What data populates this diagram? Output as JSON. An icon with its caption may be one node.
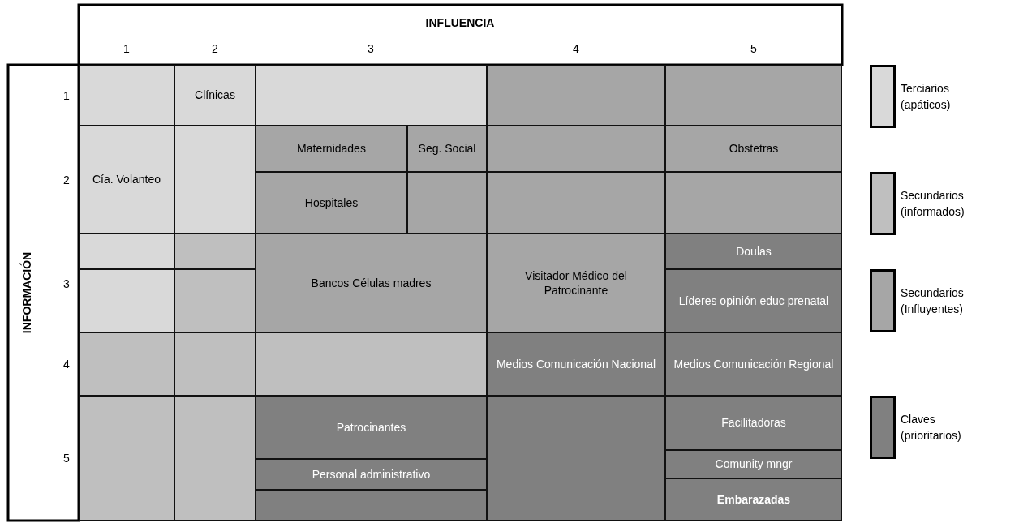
{
  "diagram": {
    "nodes": [
      {
        "text": [],
        "shape": "box"
      },
      {
        "text": [
          "Clínicas"
        ]
      },
      {
        "text": [],
        "shape": "box"
      },
      {
        "text": [],
        "shape": "box"
      },
      {
        "text": [],
        "shape": "box"
      },
      {
        "text": [
          "Cía. Volanteo"
        ]
      },
      {
        "text": [],
        "shape": "box"
      },
      {
        "text": [
          "Maternidades"
        ]
      },
      {
        "text": [
          "Seg. Social"
        ]
      },
      {
        "text": [],
        "shape": "box"
      },
      {
        "text": [
          "Obstetras"
        ]
      },
      {
        "text": [
          "Hospitales"
        ]
      },
      {
        "text": [],
        "shape": "box"
      },
      {
        "text": [],
        "shape": "box"
      },
      {
        "text": [],
        "shape": "box"
      },
      {
        "text": [],
        "shape": "box"
      },
      {
        "text": [],
        "shape": "box"
      },
      {
        "text": [
          "Bancos Células madres"
        ]
      },
      {
        "text": [
          "Visitador Médico del Patrocinante"
        ]
      },
      {
        "text": [
          "Doulas"
        ]
      },
      {
        "text": [],
        "shape": "box"
      },
      {
        "text": [],
        "shape": "box"
      },
      {
        "text": [
          "Líderes opinión educ prenatal"
        ]
      },
      {
        "text": [],
        "shape": "box"
      },
      {
        "text": [],
        "shape": "box"
      },
      {
        "text": [],
        "shape": "box"
      },
      {
        "text": [
          "Medios Comunicación Nacional"
        ]
      },
      {
        "text": [
          "Medios Comunicación Regional"
        ]
      },
      {
        "text": [],
        "shape": "box"
      },
      {
        "text": [],
        "shape": "box"
      },
      {
        "text": [
          "Patrocinantes"
        ]
      },
      {
        "text": [],
        "shape": "box"
      },
      {
        "text": [
          "Facilitadoras"
        ]
      },
      {
        "text": [
          "Comunity mngr"
        ]
      },
      {
        "text": [
          "Personal administrativo"
        ]
      },
      {
        "text": [
          "Embarazadas"
        ]
      },
      {
        "text": [],
        "shape": "box"
      }
    ],
    "labels": [
      "INFLUENCIA",
      "1",
      "2",
      "3",
      "4",
      "5",
      "INFORMACIÓN",
      "1",
      "2",
      "3",
      "4",
      "5"
    ],
    "legend": [
      {
        "text": "Terciarios (apáticos)",
        "color": "#d9d9d9"
      },
      {
        "text": "Secundarios (informados)",
        "color": "#bfbfbf"
      },
      {
        "text": "Secundarios (Influyentes)",
        "color": "#a6a6a6"
      },
      {
        "text": "Claves (prioritarios)",
        "color": "#808080"
      }
    ]
  }
}
